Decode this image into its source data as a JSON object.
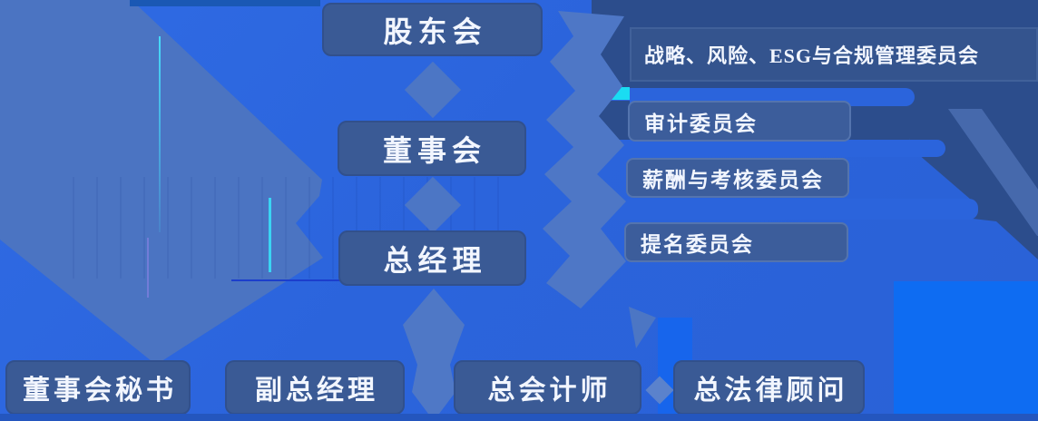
{
  "nodes": {
    "shareholders": "股东会",
    "board": "董事会",
    "general_manager": "总经理",
    "board_secretary": "董事会秘书",
    "deputy_general_manager": "副总经理",
    "chief_accountant": "总会计师",
    "general_counsel": "总法律顾问"
  },
  "committees": [
    {
      "label": "战略、风险、ESG与合规管理委员会"
    },
    {
      "label": "审计委员会"
    },
    {
      "label": "薪酬与考核委员会"
    },
    {
      "label": "提名委员会"
    }
  ],
  "colors": {
    "base_blue": "#2B64DC",
    "steel_blue": "#4C75C4",
    "navy_panel": "#2C4D8C",
    "node_fill": "#3A5A95",
    "committee_fill": "#3C5D9B",
    "cyan_accent": "#1ADCF2",
    "bright_blue": "#0E6CF2",
    "bottom_strip": "#2456BE",
    "text": "#F2F6FF"
  }
}
